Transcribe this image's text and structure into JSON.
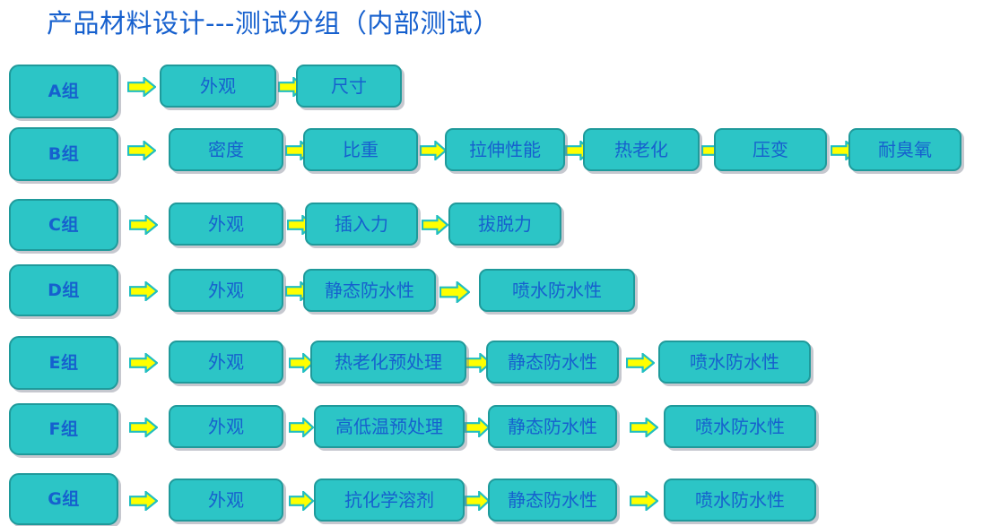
{
  "page": {
    "title": "产品材料设计---测试分组（内部测试）",
    "background_color": "#ffffff",
    "title_color": "#1660CE",
    "box_fill_color": "#2CC5C6",
    "box_border_color": "#1F9A9B",
    "box_text_color": "#1660CE",
    "arrow_fill_color": "#FFFF00",
    "arrow_outline_color": "#21BEC0"
  },
  "rows": [
    {
      "group": "A组",
      "steps": [
        "外观",
        "尺寸"
      ]
    },
    {
      "group": "B组",
      "steps": [
        "密度",
        "比重",
        "拉伸性能",
        "热老化",
        "压变",
        "耐臭氧"
      ]
    },
    {
      "group": "C组",
      "steps": [
        "外观",
        "插入力",
        "拔脱力"
      ]
    },
    {
      "group": "D组",
      "steps": [
        "外观",
        "静态防水性",
        "喷水防水性"
      ]
    },
    {
      "group": "E组",
      "steps": [
        "外观",
        "热老化预处理",
        "静态防水性",
        "喷水防水性"
      ]
    },
    {
      "group": "F组",
      "steps": [
        "外观",
        "高低温预处理",
        "静态防水性",
        "喷水防水性"
      ]
    },
    {
      "group": "G组",
      "steps": [
        "外观",
        "抗化学溶剂",
        "静态防水性",
        "喷水防水性"
      ]
    }
  ],
  "icons": {
    "arrow": "right-block-arrow-icon"
  }
}
